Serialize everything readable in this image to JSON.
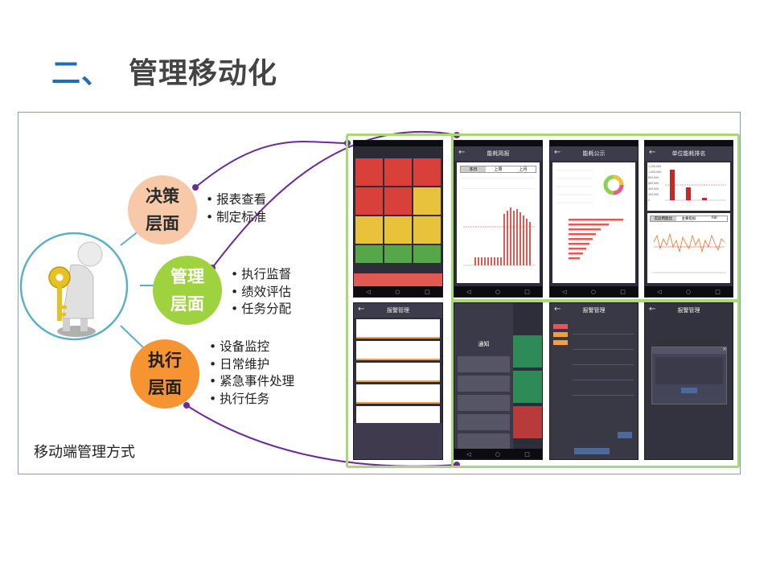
{
  "heading": {
    "number": "二、",
    "title": "管理移动化"
  },
  "caption": "移动端管理方式",
  "layers": [
    {
      "line1": "决策",
      "line2": "层面",
      "color": "#f7c9a8",
      "text_color": "#2a2a2a",
      "items": [
        "报表查看",
        "制定标准"
      ]
    },
    {
      "line1": "管理",
      "line2": "层面",
      "color": "#9ed23f",
      "text_color": "#ffffff",
      "items": [
        "执行监督",
        "绩效评估",
        "任务分配"
      ]
    },
    {
      "line1": "执行",
      "line2": "层面",
      "color": "#f59431",
      "text_color": "#1e1e1e",
      "items": [
        "设备监控",
        "日常维护",
        "紧急事件处理",
        "执行任务"
      ]
    }
  ],
  "colors": {
    "connector": "#6a2a9a",
    "hub": "#5cb0c6",
    "frame_glow": "#a8d979"
  },
  "screens": {
    "report": {
      "title": "能耗简报",
      "tabs": [
        "本日",
        "上周",
        "上月"
      ]
    },
    "notice": {
      "title": "能耗公示"
    },
    "rank": {
      "title": "单位能耗排名",
      "y_labels": [
        "1,200,000",
        "1,000,000",
        "800,000",
        "600,000",
        "400,000",
        "200,000",
        "0"
      ],
      "tabs": [
        "实验用能比",
        "主要指标",
        "FBI"
      ]
    },
    "alarm": {
      "title": "报警管理"
    },
    "notify": {
      "title": "通知"
    }
  }
}
